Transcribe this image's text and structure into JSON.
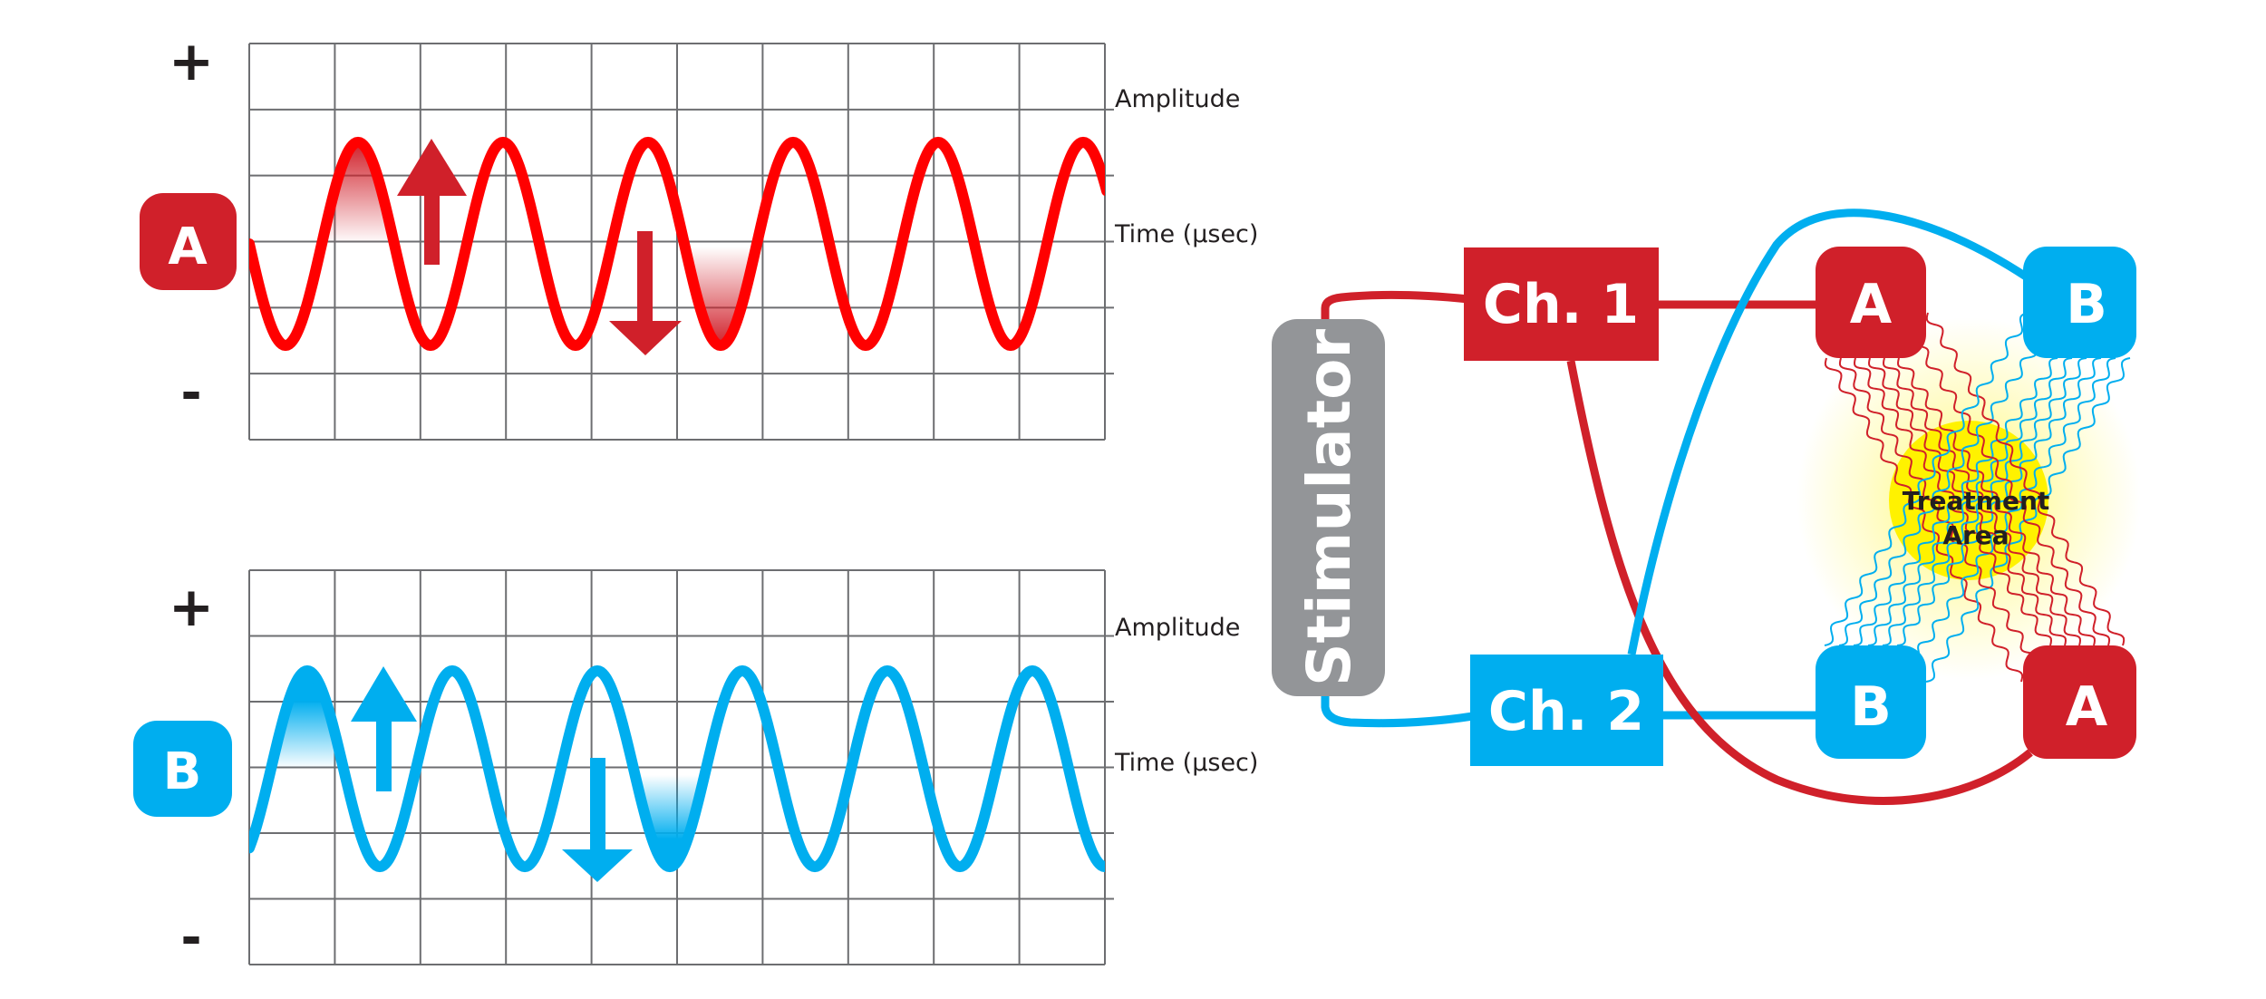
{
  "colors": {
    "red": "#D0202A",
    "wave_red": "#FF0000",
    "blue": "#00AEEF",
    "gray": "#939598",
    "grid": "#6D6E71",
    "yellow": "#FFF200",
    "green": "#00A651",
    "text": "#231F20"
  },
  "charts": {
    "channel_a": {
      "badge": "A",
      "plus": "+",
      "minus": "-",
      "amplitude_label": "Amplitude",
      "time_label": "Time (µsec)"
    },
    "channel_b": {
      "badge": "B",
      "plus": "+",
      "minus": "-",
      "amplitude_label": "Amplitude",
      "time_label": "Time (µsec)"
    }
  },
  "chart_data": [
    {
      "type": "line",
      "title": "Channel A waveform",
      "xlabel": "Time (µsec)",
      "ylabel": "Amplitude",
      "y_markers": [
        "+",
        "-"
      ],
      "grid": {
        "columns": 10,
        "rows": 6
      },
      "series": [
        {
          "name": "A",
          "shape": "sine",
          "cycles": 6,
          "color": "#FF0000",
          "amplitude_grid_units": 1.55,
          "starts_at": "zero, descending"
        }
      ],
      "annotations": [
        "up arrow after first peak (shaded positive lobe)",
        "down arrow before trough (shaded negative lobe)"
      ]
    },
    {
      "type": "line",
      "title": "Channel B waveform",
      "xlabel": "Time (µsec)",
      "ylabel": "Amplitude",
      "y_markers": [
        "+",
        "-"
      ],
      "grid": {
        "columns": 10,
        "rows": 6
      },
      "series": [
        {
          "name": "B",
          "shape": "sine",
          "cycles": 6,
          "color": "#00AEEF",
          "amplitude_grid_units": 1.5,
          "starts_at": "below zero, ascending"
        }
      ],
      "annotations": [
        "up arrow after first peak (shaded positive lobe)",
        "down arrow before trough (shaded negative lobe)"
      ]
    }
  ],
  "diagram": {
    "stimulator": "Stimulator",
    "channel1": "Ch. 1",
    "channel2": "Ch. 2",
    "electrodes": {
      "top_left": "A",
      "top_right": "B",
      "bottom_left": "B",
      "bottom_right": "A"
    },
    "treatment_line1": "Treatment",
    "treatment_line2": "Area"
  }
}
